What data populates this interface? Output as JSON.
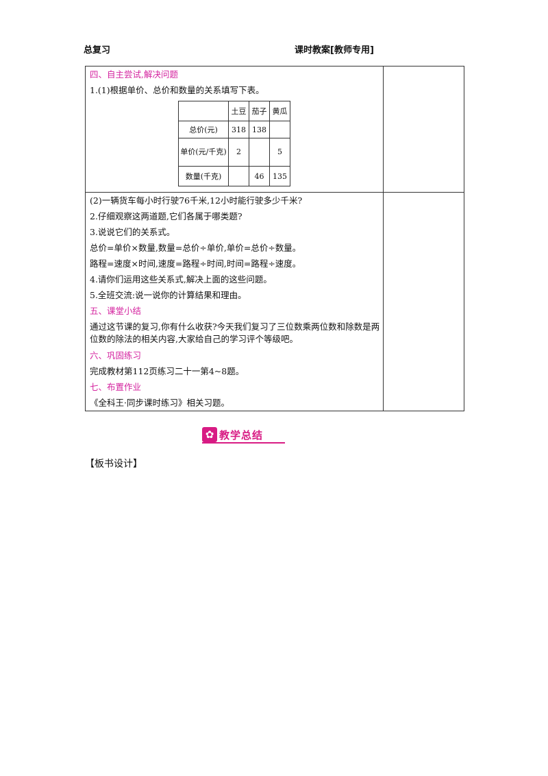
{
  "header": {
    "left": "总复习",
    "right": "课时教案[教师专用]"
  },
  "section4": {
    "heading": "四、自主尝试,解决问题",
    "q1": "1.(1)根据单价、总价和数量的关系填写下表。",
    "table": {
      "header": [
        "",
        "土豆",
        "茄子",
        "黄瓜"
      ],
      "rows": [
        [
          "总价(元)",
          "318",
          "138",
          ""
        ],
        [
          "单价(元/千克)",
          "2",
          "",
          "5"
        ],
        [
          "数量(千克)",
          "",
          "46",
          "135"
        ]
      ]
    }
  },
  "part2": {
    "q2": "(2)一辆货车每小时行驶76千米,12小时能行驶多少千米?",
    "item2": "2.仔细观察这两道题,它们各属于哪类题?",
    "item3": "3.说说它们的关系式。",
    "formula1": "总价=单价×数量,数量=总价÷单价,单价=总价÷数量。",
    "formula2": "路程=速度×时间,速度=路程÷时间,时间=路程÷速度。",
    "item4": "4.请你们运用这些关系式,解决上面的这些问题。",
    "item5": "5.全班交流:说一说你的计算结果和理由。",
    "heading5": "五、课堂小结",
    "summary": "通过这节课的复习,你有什么收获?今天我们复习了三位数乘两位数和除数是两位数的除法的相关内容,大家给自己的学习评个等级吧。",
    "heading6": "六、巩固练习",
    "practice": "完成教材第112页练习二十一第4~8题。",
    "heading7": "七、布置作业",
    "homework": "《全科王·同步课时练习》相关习题。"
  },
  "banner": {
    "icon": "flower-logo-icon",
    "text": "教学总结",
    "color": "#d81b84"
  },
  "board": {
    "label": "【板书设计】"
  },
  "colors": {
    "heading": "#d4239f"
  }
}
